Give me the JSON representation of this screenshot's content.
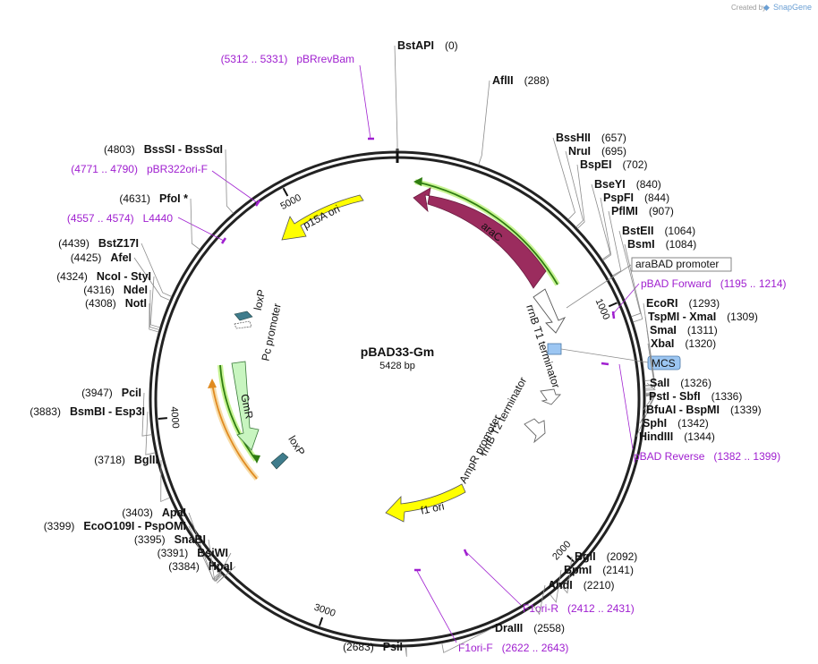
{
  "header": {
    "credit_prefix": "Created by",
    "credit_brand": "SnapGene"
  },
  "plasmid": {
    "name": "pBAD33-Gm",
    "size_label": "5428 bp",
    "length": 5428
  },
  "ticks": [
    {
      "pos": 1000,
      "label": "1000"
    },
    {
      "pos": 2000,
      "label": "2000"
    },
    {
      "pos": 3000,
      "label": "3000"
    },
    {
      "pos": 4000,
      "label": "4000"
    },
    {
      "pos": 5000,
      "label": "5000"
    }
  ],
  "sites": [
    {
      "name": "BstAPI",
      "pos": 0,
      "pos_label": "(0)"
    },
    {
      "name": "AflII",
      "pos": 288,
      "pos_label": "(288)"
    },
    {
      "name": "BssHII",
      "pos": 657,
      "pos_label": "(657)"
    },
    {
      "name": "NruI",
      "pos": 695,
      "pos_label": "(695)"
    },
    {
      "name": "BspEI",
      "pos": 702,
      "pos_label": "(702)"
    },
    {
      "name": "BseYI",
      "pos": 840,
      "pos_label": "(840)"
    },
    {
      "name": "PspFI",
      "pos": 844,
      "pos_label": "(844)"
    },
    {
      "name": "PflMI",
      "pos": 907,
      "pos_label": "(907)"
    },
    {
      "name": "BstEII",
      "pos": 1064,
      "pos_label": "(1064)"
    },
    {
      "name": "BsmI",
      "pos": 1084,
      "pos_label": "(1084)"
    },
    {
      "name": "EcoRI",
      "pos": 1293,
      "pos_label": "(1293)"
    },
    {
      "name": "TspMI - XmaI",
      "pos": 1309,
      "pos_label": "(1309)"
    },
    {
      "name": "SmaI",
      "pos": 1311,
      "pos_label": "(1311)"
    },
    {
      "name": "XbaI",
      "pos": 1320,
      "pos_label": "(1320)"
    },
    {
      "name": "SalI",
      "pos": 1326,
      "pos_label": "(1326)"
    },
    {
      "name": "PstI - SbfI",
      "pos": 1336,
      "pos_label": "(1336)"
    },
    {
      "name": "BfuAI - BspMI",
      "pos": 1339,
      "pos_label": "(1339)"
    },
    {
      "name": "SphI",
      "pos": 1342,
      "pos_label": "(1342)"
    },
    {
      "name": "HindIII",
      "pos": 1344,
      "pos_label": "(1344)"
    },
    {
      "name": "BglI",
      "pos": 2092,
      "pos_label": "(2092)"
    },
    {
      "name": "BpmI",
      "pos": 2141,
      "pos_label": "(2141)"
    },
    {
      "name": "AhdI",
      "pos": 2210,
      "pos_label": "(2210)"
    },
    {
      "name": "DraIII",
      "pos": 2558,
      "pos_label": "(2558)"
    },
    {
      "name": "PsiI",
      "pos": 2683,
      "pos_label": "(2683)"
    },
    {
      "name": "HpaI",
      "pos": 3384,
      "pos_label": "(3384)"
    },
    {
      "name": "BsiWI",
      "pos": 3391,
      "pos_label": "(3391)"
    },
    {
      "name": "SnaBI",
      "pos": 3395,
      "pos_label": "(3395)"
    },
    {
      "name": "EcoO109I - PspOMI",
      "pos": 3399,
      "pos_label": "(3399)"
    },
    {
      "name": "ApaI",
      "pos": 3403,
      "pos_label": "(3403)"
    },
    {
      "name": "BglII",
      "pos": 3718,
      "pos_label": "(3718)"
    },
    {
      "name": "BsmBI - Esp3I",
      "pos": 3883,
      "pos_label": "(3883)"
    },
    {
      "name": "PciI",
      "pos": 3947,
      "pos_label": "(3947)"
    },
    {
      "name": "NotI",
      "pos": 4308,
      "pos_label": "(4308)"
    },
    {
      "name": "NdeI",
      "pos": 4316,
      "pos_label": "(4316)"
    },
    {
      "name": "NcoI - StyI",
      "pos": 4324,
      "pos_label": "(4324)"
    },
    {
      "name": "AfeI",
      "pos": 4425,
      "pos_label": "(4425)"
    },
    {
      "name": "BstZ17I",
      "pos": 4439,
      "pos_label": "(4439)"
    },
    {
      "name": "PfoI *",
      "pos": 4631,
      "pos_label": "(4631)"
    },
    {
      "name": "BssSI - BssSαI",
      "pos": 4803,
      "pos_label": "(4803)"
    }
  ],
  "primers": [
    {
      "name": "pBAD Forward",
      "range": "(1195 .. 1214)"
    },
    {
      "name": "pBAD Reverse",
      "range": "(1382 .. 1399)"
    },
    {
      "name": "F1ori-R",
      "range": "(2412 .. 2431)"
    },
    {
      "name": "F1ori-F",
      "range": "(2622 .. 2643)"
    },
    {
      "name": "L4440",
      "range": "(4557 .. 4574)"
    },
    {
      "name": "pBR322ori-F",
      "range": "(4771 .. 4790)"
    },
    {
      "name": "pBRrevBam",
      "range": "(5312 .. 5331)"
    }
  ],
  "features": [
    {
      "name": "araC",
      "color": "#9b2c5e"
    },
    {
      "name": "rrnB T1 terminator",
      "color": "#ffffff"
    },
    {
      "name": "MCS",
      "color": "#9cc6f2"
    },
    {
      "name": "rrnB T2 terminator",
      "color": "#ffffff"
    },
    {
      "name": "AmpR promoter",
      "color": "#ffffff"
    },
    {
      "name": "f1 ori",
      "color": "#ffff00"
    },
    {
      "name": "GmR",
      "color": "#c8f5c0"
    },
    {
      "name": "loxP",
      "color": "#3f7c8c"
    },
    {
      "name": "Pc promoter",
      "color": "#ffffff"
    },
    {
      "name": "p15A ori",
      "color": "#ffff00"
    },
    {
      "name": "araBAD promoter",
      "color": "#ffffff"
    }
  ],
  "colors": {
    "primer": "#a020d0",
    "backbone": "#222222",
    "orf_line": "#2f7d11",
    "orf_glow": "#b6f070",
    "orf_orange": "#e08a20"
  }
}
